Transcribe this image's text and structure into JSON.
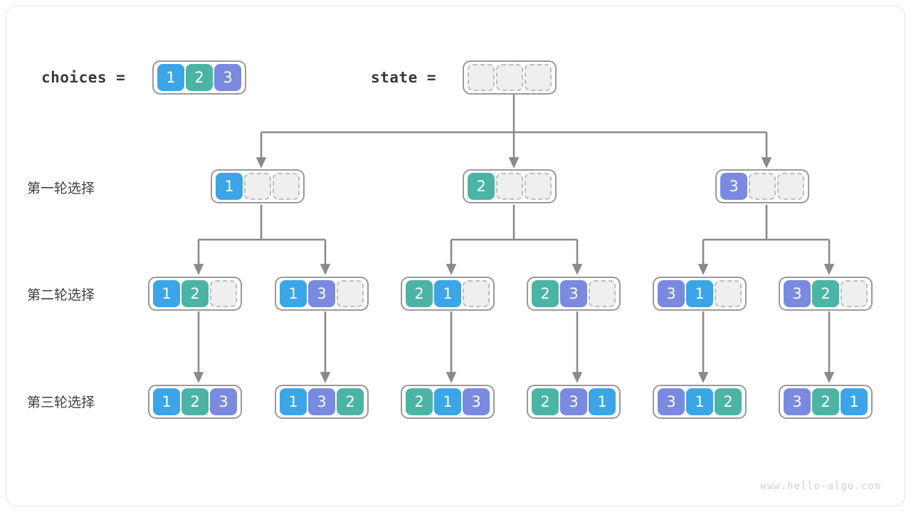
{
  "title": "permutations backtracking tree",
  "colors": {
    "one": "#3ba5e8",
    "two": "#4cb4a4",
    "three": "#7a8ae0",
    "empty_fill": "#efefef",
    "empty_border": "#bdbdbd",
    "array_border": "#9a9a9a",
    "wire": "#8a8a8a",
    "text": "#3f3f3f",
    "watermark": "#d2d2d2"
  },
  "header": {
    "choices_label": "choices =",
    "choices_values": [
      "1",
      "2",
      "3"
    ],
    "state_label": "state =",
    "state_values": [
      "",
      "",
      ""
    ]
  },
  "rows": [
    {
      "label": "第一轮选择",
      "nodes": [
        {
          "values": [
            "1",
            "",
            ""
          ]
        },
        {
          "values": [
            "2",
            "",
            ""
          ]
        },
        {
          "values": [
            "3",
            "",
            ""
          ]
        }
      ]
    },
    {
      "label": "第二轮选择",
      "nodes": [
        {
          "values": [
            "1",
            "2",
            ""
          ]
        },
        {
          "values": [
            "1",
            "3",
            ""
          ]
        },
        {
          "values": [
            "2",
            "1",
            ""
          ]
        },
        {
          "values": [
            "2",
            "3",
            ""
          ]
        },
        {
          "values": [
            "3",
            "1",
            ""
          ]
        },
        {
          "values": [
            "3",
            "2",
            ""
          ]
        }
      ]
    },
    {
      "label": "第三轮选择",
      "nodes": [
        {
          "values": [
            "1",
            "2",
            "3"
          ]
        },
        {
          "values": [
            "1",
            "3",
            "2"
          ]
        },
        {
          "values": [
            "2",
            "1",
            "3"
          ]
        },
        {
          "values": [
            "2",
            "3",
            "1"
          ]
        },
        {
          "values": [
            "3",
            "1",
            "2"
          ]
        },
        {
          "values": [
            "3",
            "2",
            "1"
          ]
        }
      ]
    }
  ],
  "footer": {
    "watermark": "www.hello-algo.com"
  }
}
